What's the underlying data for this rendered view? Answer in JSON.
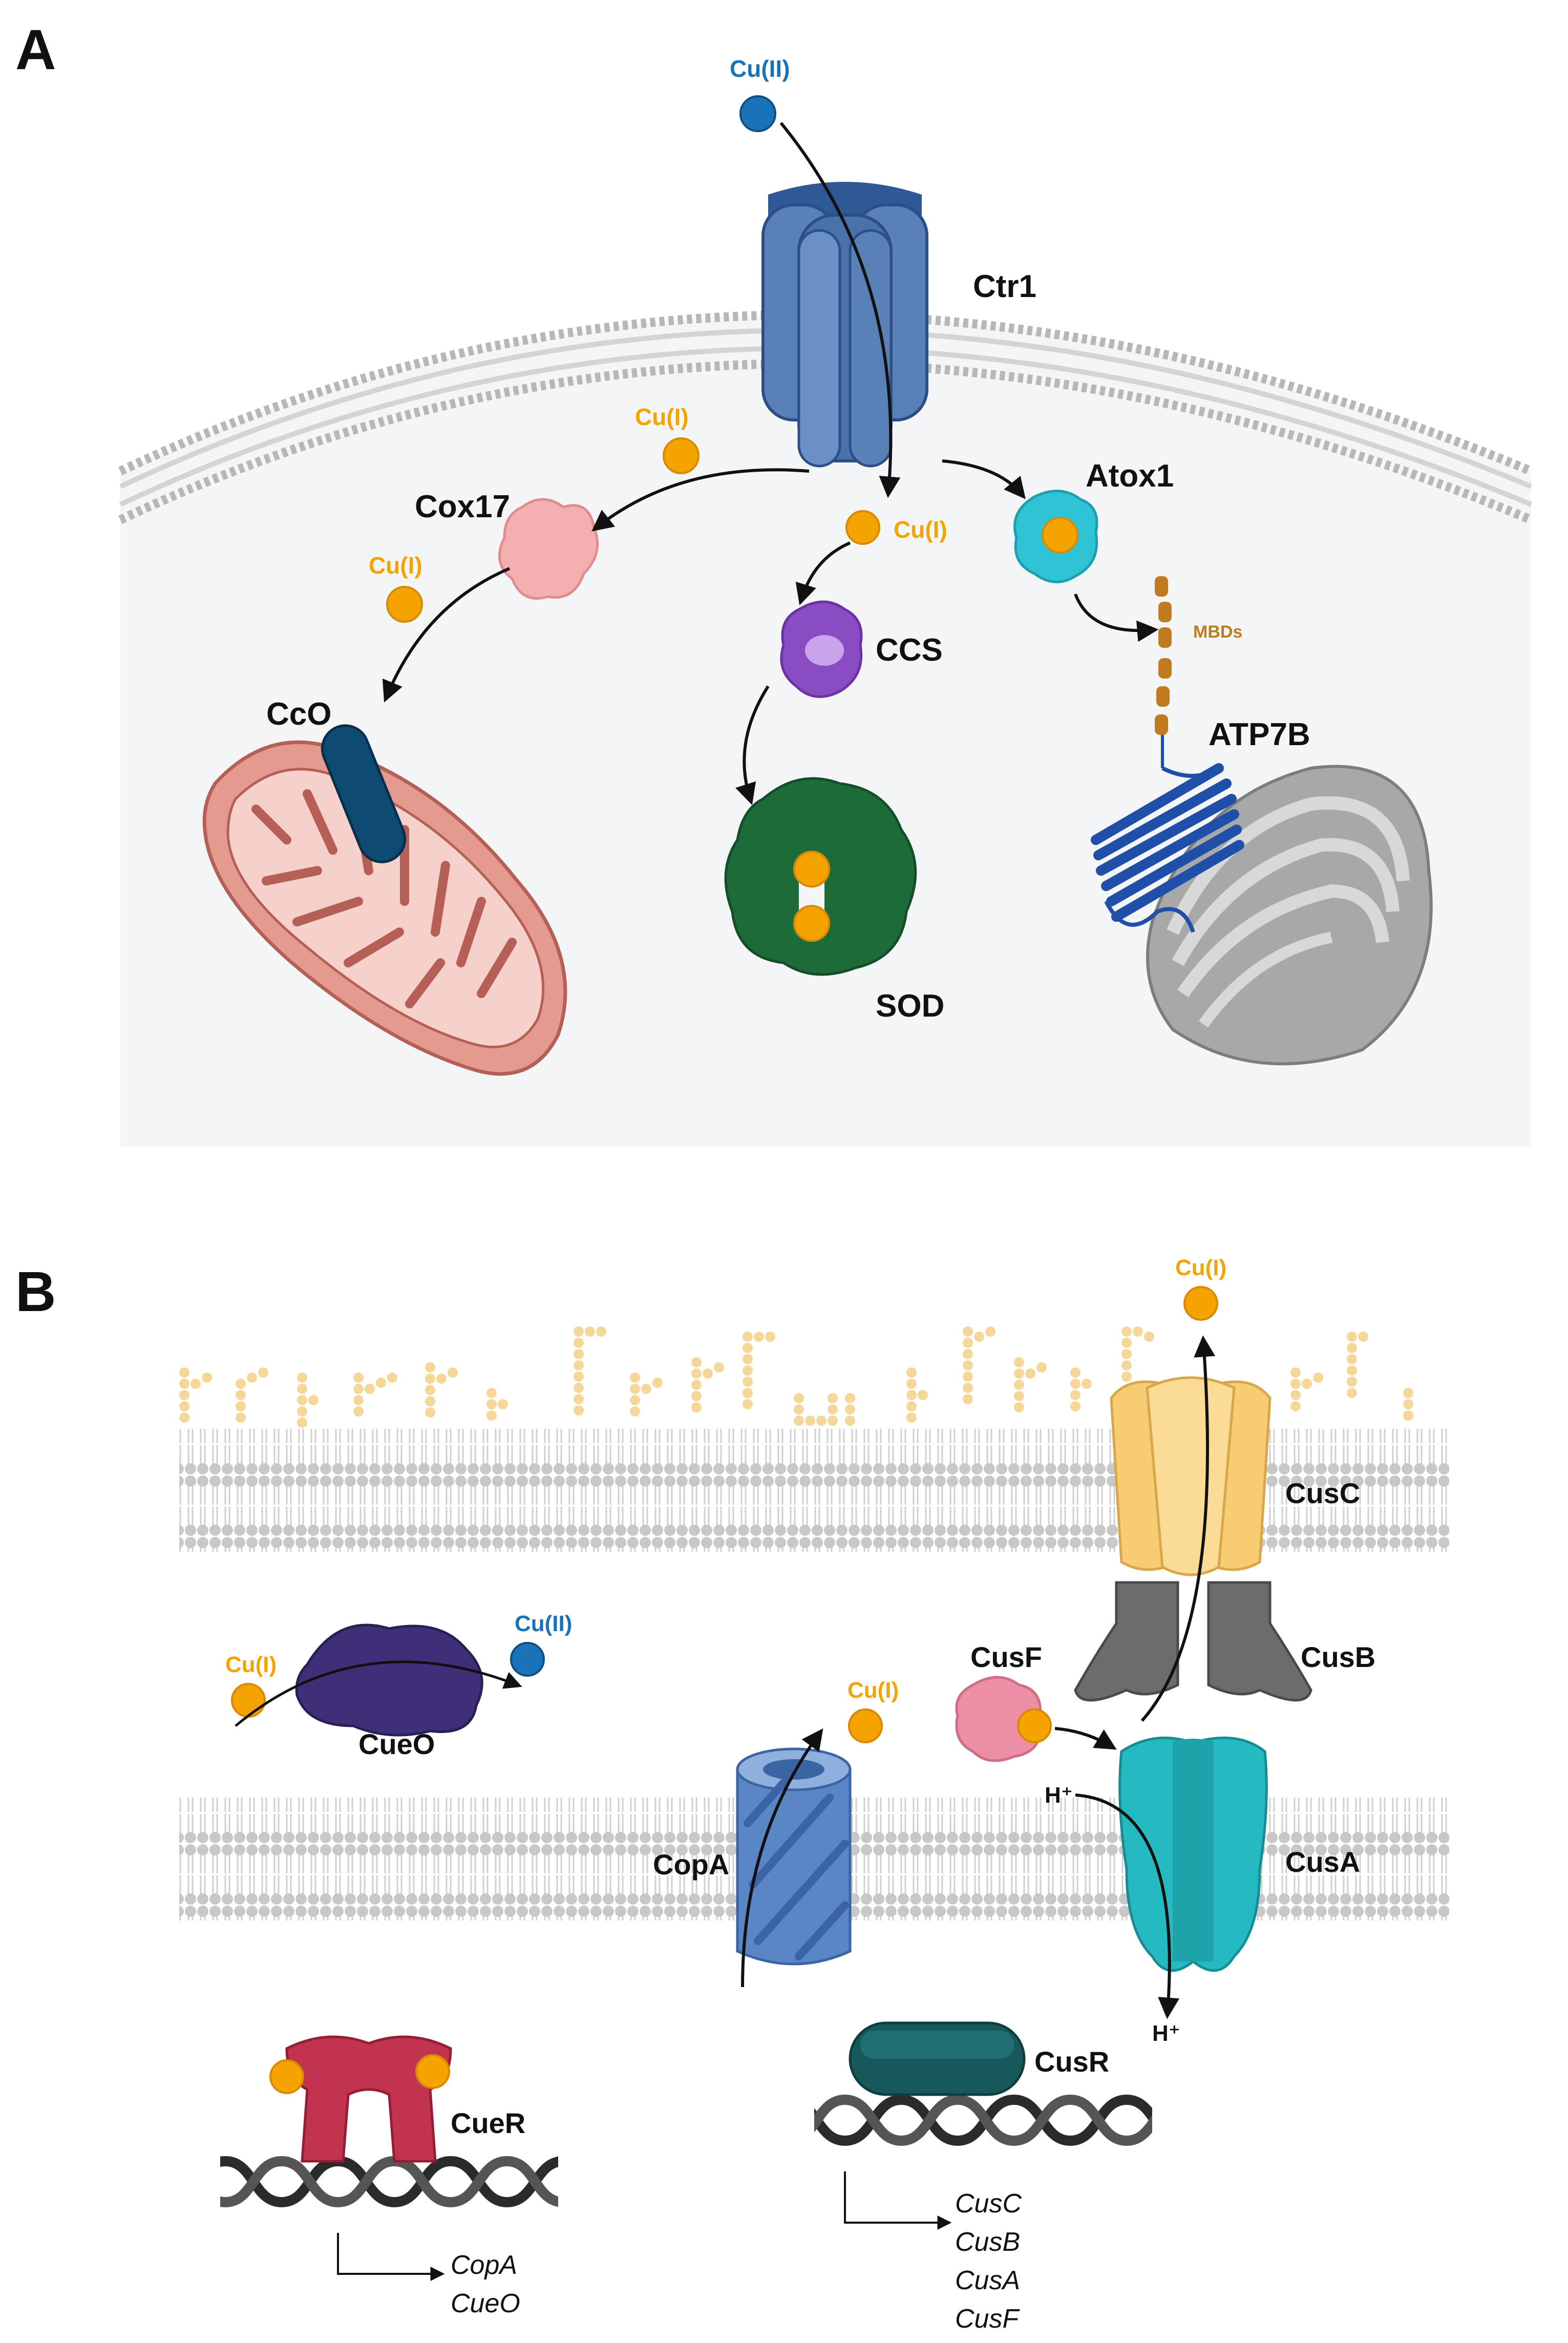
{
  "panel_a": {
    "letter": "A",
    "cu_ii_label": "Cu(II)",
    "ctr1": "Ctr1",
    "cu_i_left": "Cu(I)",
    "cu_i_center": "Cu(I)",
    "cu_i_lower_left": "Cu(I)",
    "cox17": "Cox17",
    "atox1": "Atox1",
    "ccs": "CCS",
    "mbds": "MBDs",
    "cco": "CcO",
    "atp7b": "ATP7B",
    "sod": "SOD"
  },
  "panel_b": {
    "letter": "B",
    "cu_i_top": "Cu(I)",
    "cusc": "CusC",
    "cu_i_cueo": "Cu(I)",
    "cu_ii_cueo": "Cu(II)",
    "cueo": "CueO",
    "cu_i_copa": "Cu(I)",
    "cusf": "CusF",
    "cusb": "CusB",
    "h_plus_top": "H⁺",
    "copa": "CopA",
    "cusa": "CusA",
    "h_plus_bottom": "H⁺",
    "cusr": "CusR",
    "cuer": "CueR",
    "cus_genes": [
      "CusC",
      "CusB",
      "CusA",
      "CusF"
    ],
    "cue_genes": [
      "CopA",
      "CueO"
    ]
  },
  "colors": {
    "copper_i": "#f5a300",
    "copper_ii": "#1a72b8",
    "ctr1": "#4a72aa",
    "cox17": "#f4b0b0",
    "atox1": "#2ec4d6",
    "ccs": "#8a4cc2",
    "sod": "#1e6b3a",
    "mitochondrion": "#e59a90",
    "cco": "#0f4a73",
    "golgi": "#a8a8a8",
    "atp7b": "#1f4fa8",
    "cueo": "#3e2f78",
    "cusc": "#f7cc72",
    "cusb": "#6c6c6c",
    "cusa": "#25b9c2",
    "copa": "#5b86c6",
    "cusf": "#ec8ea5",
    "cusr": "#17585b",
    "cuer": "#c2334f"
  }
}
